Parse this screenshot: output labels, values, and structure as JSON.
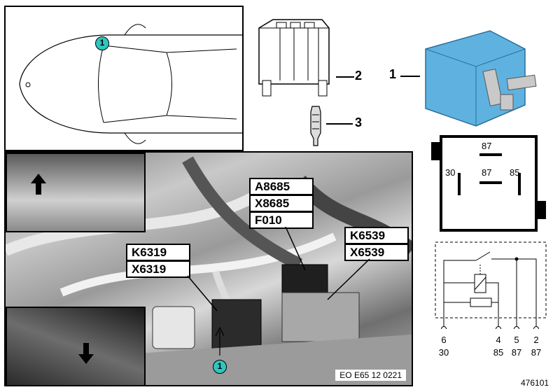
{
  "callout_marker": "1",
  "connector_labels": {
    "top_group": [
      "A8685",
      "X8685",
      "F010"
    ],
    "left_group": [
      "K6319",
      "X6319"
    ],
    "right_group": [
      "K6539",
      "X6539"
    ]
  },
  "part_numbers": {
    "relay": "1",
    "socket": "2",
    "terminal": "3"
  },
  "relay_pinout": {
    "top": "87",
    "center": "87",
    "left": "30",
    "right": "85"
  },
  "schematic_pins": [
    {
      "num": "6",
      "term": "30"
    },
    {
      "num": "4",
      "term": "85"
    },
    {
      "num": "5",
      "term": "87"
    },
    {
      "num": "2",
      "term": "87"
    }
  ],
  "photo_code": "EO E65 12 0221",
  "drawing_number": "476101",
  "colors": {
    "callout": "#2ec7c0",
    "relay_body": "#5fb2e0"
  },
  "icons": [
    "car-outline-icon",
    "relay-icon",
    "socket-icon",
    "terminal-icon",
    "arrow-up-icon",
    "arrow-down-icon"
  ]
}
